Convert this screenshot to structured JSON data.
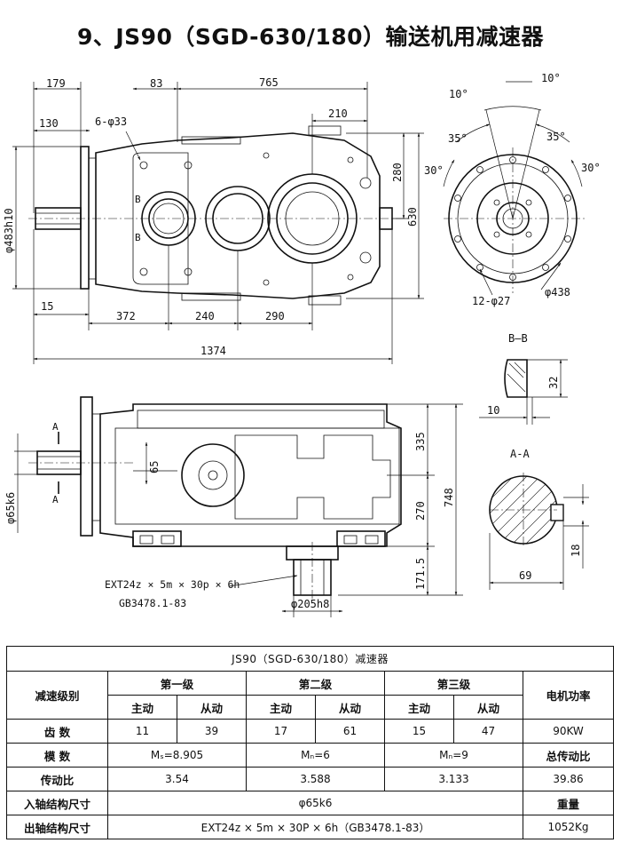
{
  "title": "9、JS90（SGD-630/180）输送机用减速器",
  "dimensions": {
    "top_view": [
      "179",
      "83",
      "765",
      "130",
      "6-φ33",
      "210",
      "φ483h10",
      "280",
      "630",
      "15",
      "372",
      "240",
      "290",
      "1374"
    ],
    "section_markers": [
      "B",
      "B"
    ],
    "end_view": [
      "10°",
      "10°",
      "35°",
      "35°",
      "30°",
      "30°",
      "12-φ27",
      "φ438"
    ],
    "section_bb": {
      "title": "B—B",
      "labels": [
        "32",
        "10"
      ]
    },
    "side_view": [
      "A",
      "A",
      "65",
      "φ65k6",
      "335",
      "748",
      "270",
      "171.5",
      "φ205h8"
    ],
    "side_view_notes": [
      "EXT24z × 5m × 30p × 6h",
      "GB3478.1-83"
    ],
    "section_aa": {
      "title": "A-A",
      "labels": [
        "18",
        "69"
      ]
    }
  },
  "table": {
    "caption": "JS90（SGD-630/180）减速器",
    "headers": {
      "stage_label": "减速级别",
      "stages": [
        "第一级",
        "第二级",
        "第三级"
      ],
      "driving": "主动",
      "driven": "从动",
      "motor_power": "电机功率"
    },
    "teeth": {
      "label": "齿    数",
      "values": [
        "11",
        "39",
        "17",
        "61",
        "15",
        "47"
      ],
      "power": "90KW"
    },
    "module": {
      "label": "模    数",
      "values": [
        "Mₛ=8.905",
        "Mₙ=6",
        "Mₙ=9"
      ],
      "side_label": "总传动比"
    },
    "ratio": {
      "label": "传动比",
      "values": [
        "3.54",
        "3.588",
        "3.133"
      ],
      "total": "39.86"
    },
    "input_shaft": {
      "label": "入轴结构尺寸",
      "value": "φ65k6",
      "side_label": "重量"
    },
    "output_shaft": {
      "label": "出轴结构尺寸",
      "value": "EXT24z × 5m × 30P × 6h（GB3478.1-83）",
      "weight": "1052Kg"
    }
  }
}
